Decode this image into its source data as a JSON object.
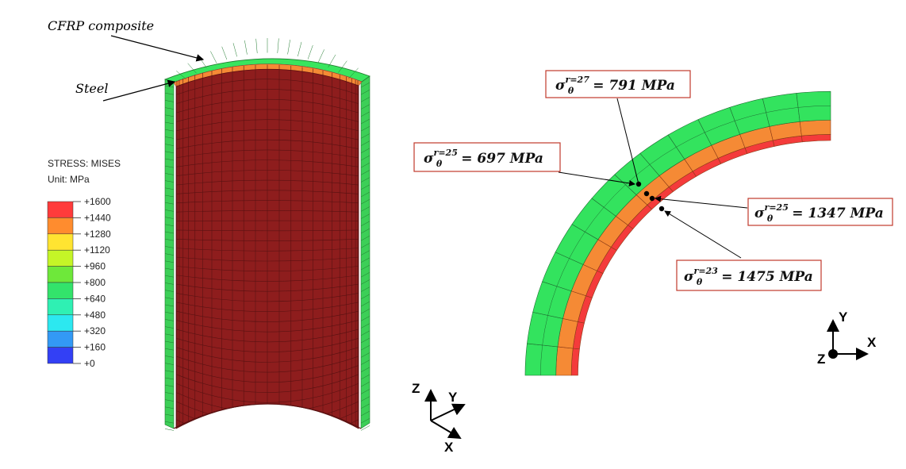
{
  "labels": {
    "cfrp": "CFRP composite",
    "steel": "Steel"
  },
  "legend": {
    "title": "STRESS: MISES",
    "unit": "Unit: MPa",
    "ticks": [
      "+1600",
      "+1440",
      "+1280",
      "+1120",
      "+960",
      "+800",
      "+640",
      "+480",
      "+320",
      "+160",
      "+0"
    ],
    "colors": [
      "#ff3b3b",
      "#ff8c2e",
      "#ffe431",
      "#c5f527",
      "#6ee83a",
      "#33e36b",
      "#2ff0b3",
      "#2ce8f0",
      "#3399f5",
      "#3340f5"
    ]
  },
  "annotations": [
    {
      "sigma": "σ",
      "sub": "θ",
      "sup": "r=27",
      "value": "= 791 MPa"
    },
    {
      "sigma": "σ",
      "sub": "θ",
      "sup": "r=25",
      "value": "= 697 MPa"
    },
    {
      "sigma": "σ",
      "sub": "θ",
      "sup": "r=25",
      "value": "= 1347 MPa"
    },
    {
      "sigma": "σ",
      "sub": "θ",
      "sup": "r=23",
      "value": "= 1475 MPa"
    }
  ],
  "axes_3d": {
    "z": "Z",
    "y": "Y",
    "x": "X"
  },
  "axes_2d": {
    "y": "Y",
    "x": "X",
    "z": "Z"
  },
  "colors": {
    "steel": "#8b1c1c",
    "steel_outer": "#f05a2a",
    "cfrp": "#3ddc5a",
    "ring_inner": "#f43b3b",
    "ring_mid": "#f58a35",
    "ring_outer": "#33e35e",
    "annotation_border": "#c0392b"
  }
}
